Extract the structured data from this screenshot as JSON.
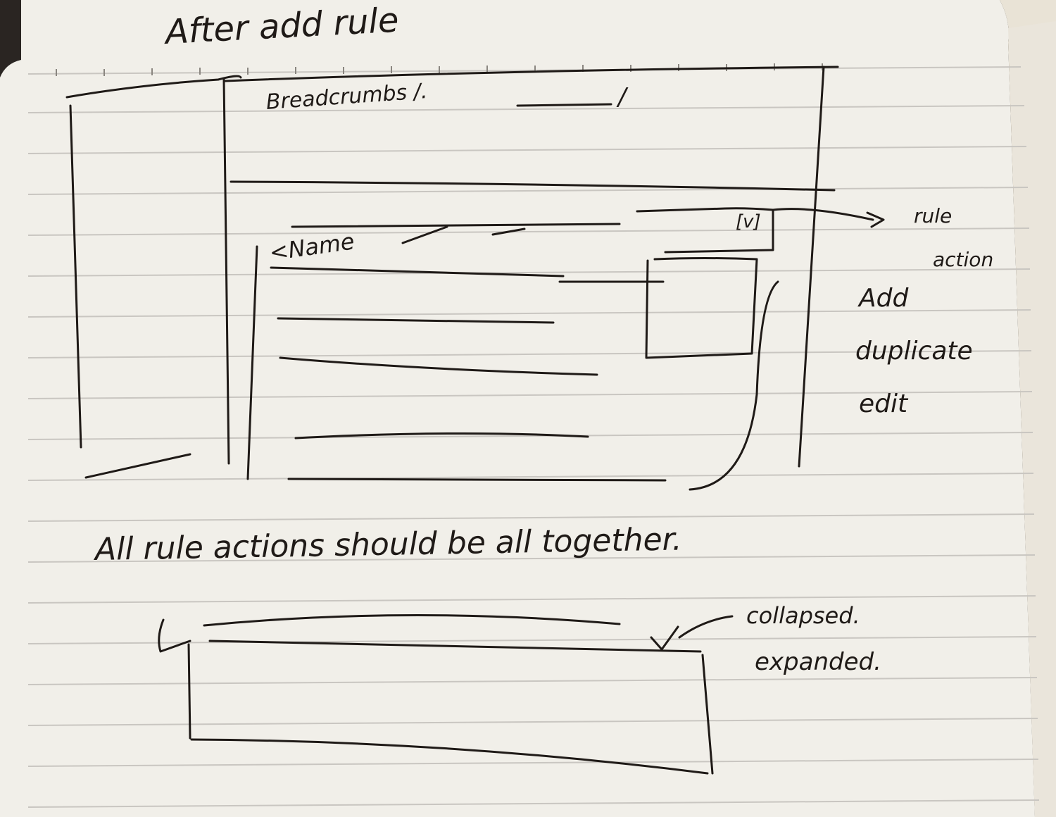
{
  "title": "After add rule",
  "breadcrumbs": {
    "label": "Breadcrumbs /.",
    "trail": "/"
  },
  "list": {
    "name": "<Name"
  },
  "dropdown": {
    "label": "[v]"
  },
  "callout_rule_action": [
    "rule",
    "action"
  ],
  "actions": [
    "Add",
    "duplicate",
    "edit"
  ],
  "note": "All rule actions should be all together.",
  "callout_states": [
    "collapsed.",
    "expanded."
  ],
  "chevron": "v",
  "colors": {
    "paper": "#f1efe9",
    "rule_line": "#c9c6c1",
    "ink": "#1f1a17",
    "backdrop": "#2a2522"
  }
}
